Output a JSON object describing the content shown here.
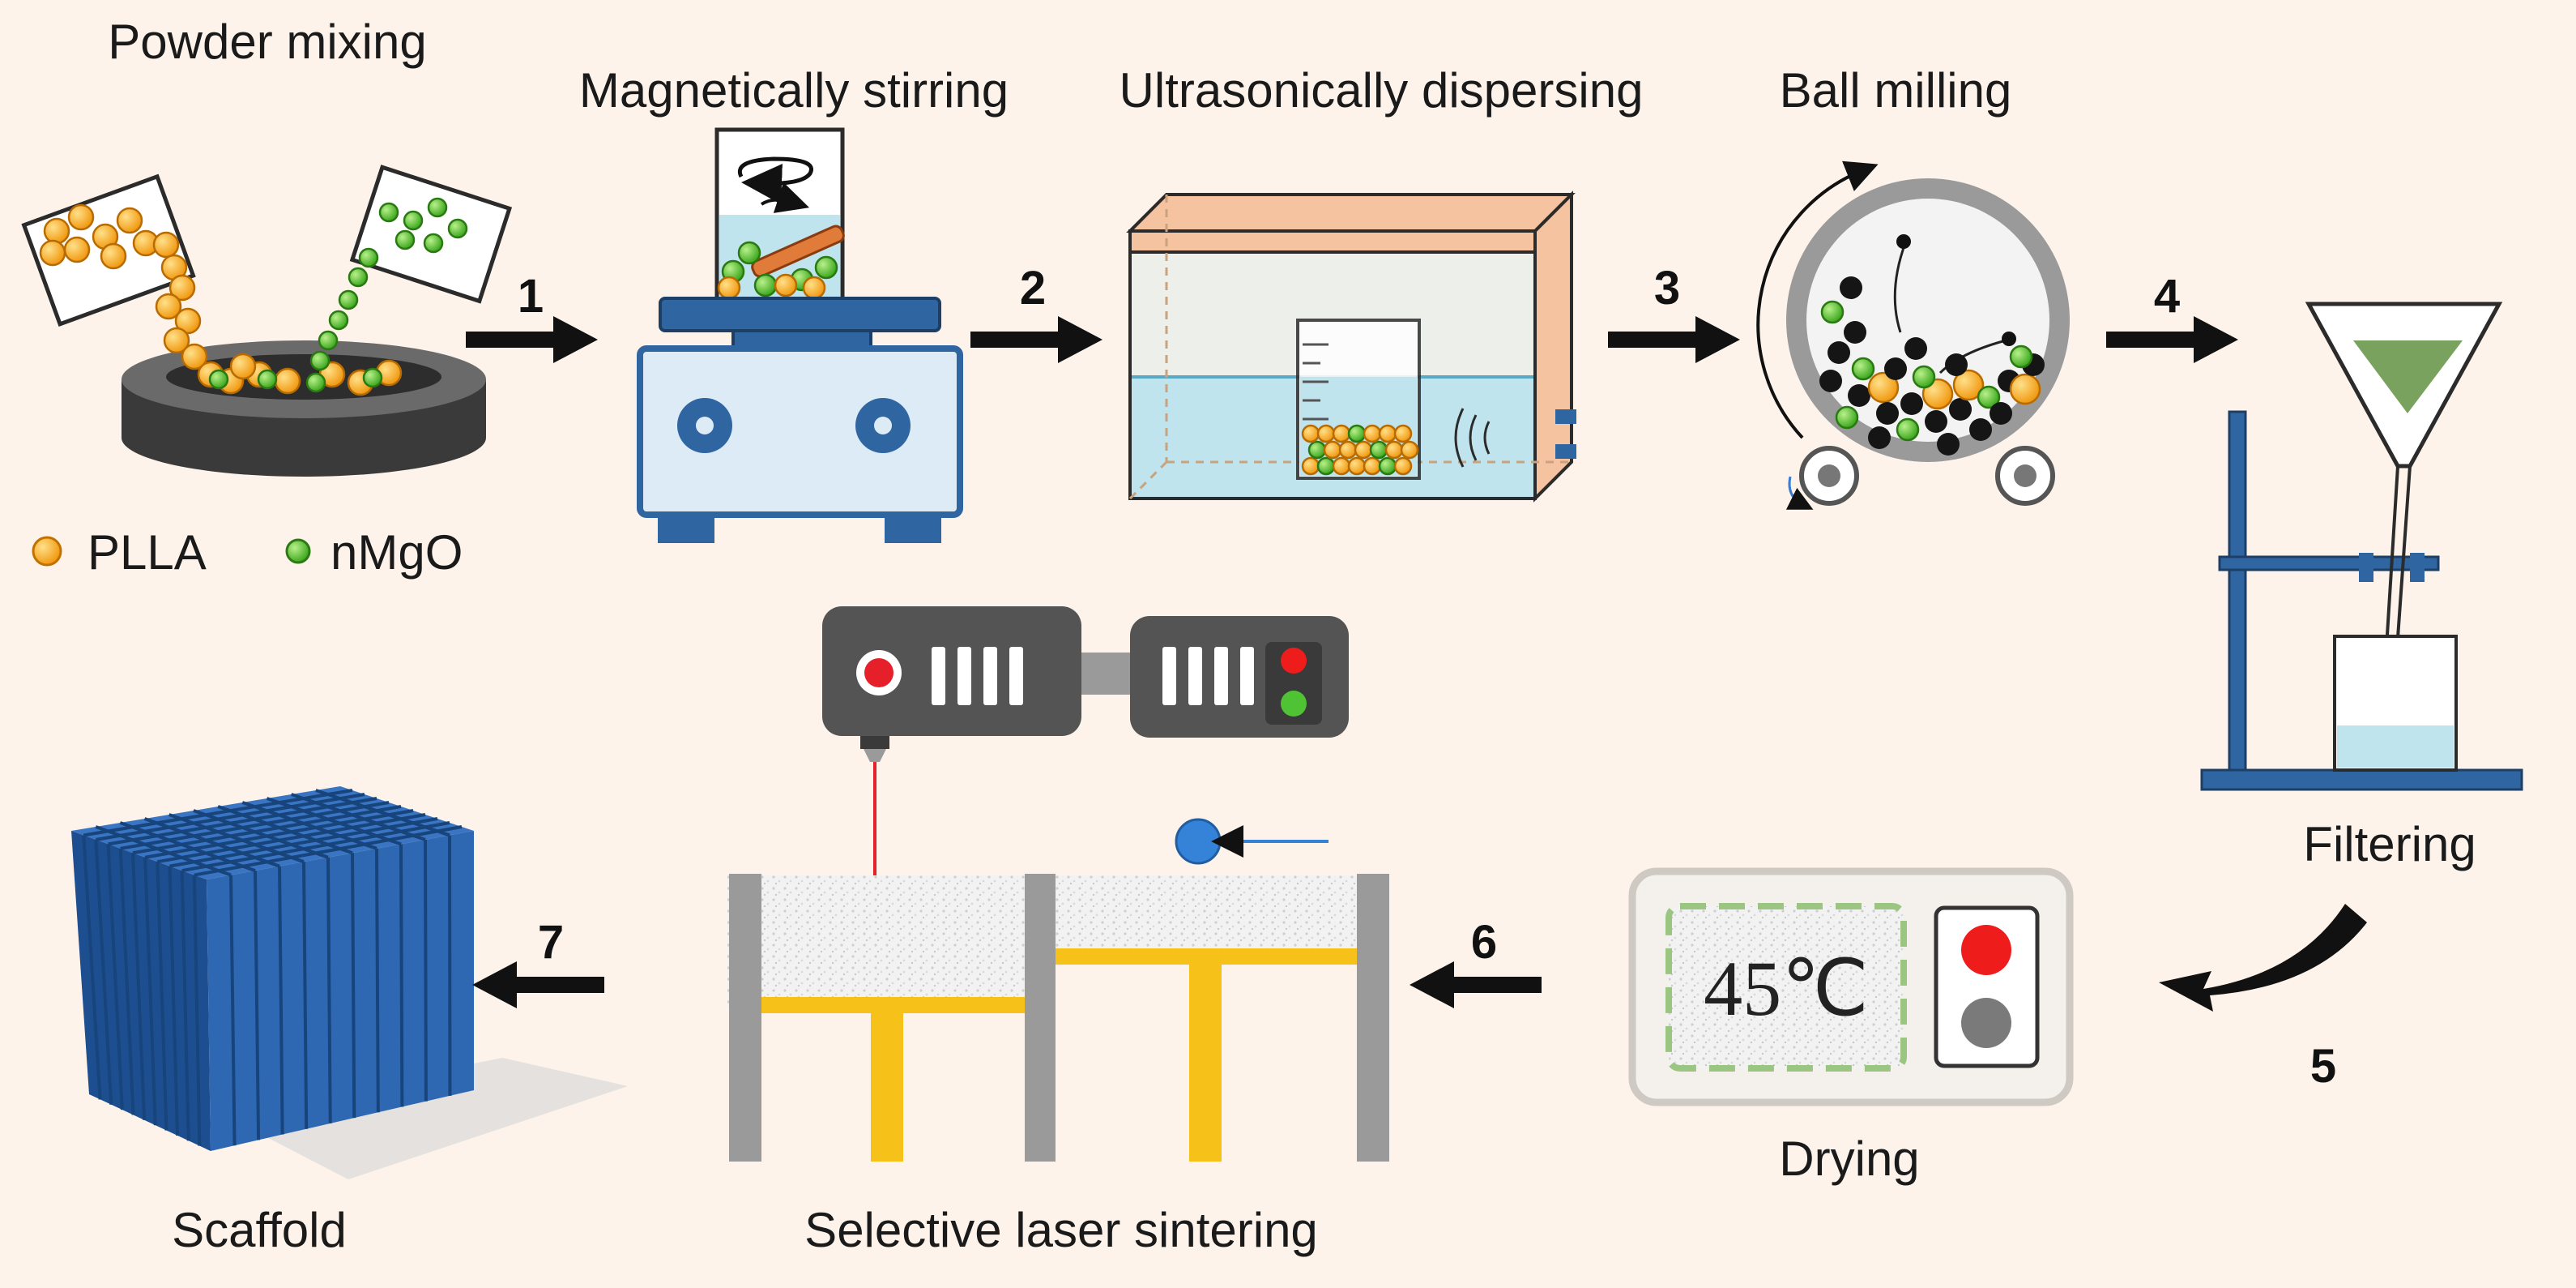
{
  "steps": {
    "powder_mixing": "Powder mixing",
    "magnetic_stirring": "Magnetically stirring",
    "ultrasonic_dispersing": "Ultrasonically dispersing",
    "ball_milling": "Ball milling",
    "filtering": "Filtering",
    "drying": "Drying",
    "sls": "Selective laser sintering",
    "scaffold": "Scaffold"
  },
  "numbers": [
    "1",
    "2",
    "3",
    "4",
    "5",
    "6",
    "7"
  ],
  "legend": [
    {
      "name": "PLLA",
      "color": "#f5a623"
    },
    {
      "name": "nMgO",
      "color": "#5cc43a"
    }
  ],
  "drying_temperature": "45℃",
  "colors": {
    "background": "#fdf3ea",
    "accent_blue": "#2e6da4",
    "yellow_platform": "#f6c21a",
    "water": "#bfe4ee",
    "machine_gray": "#5a5a5a"
  }
}
